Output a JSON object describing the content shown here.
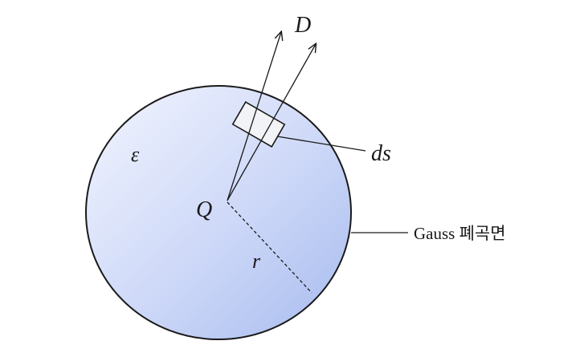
{
  "labels": {
    "flux_density": "D",
    "surface_element": "ds",
    "permittivity": "ε",
    "charge": "Q",
    "radius": "r",
    "gauss_surface": "Gauss 폐곡면"
  },
  "colors": {
    "sphere_fill_light": "#eef2fd",
    "sphere_fill_dark": "#a9bdf0",
    "stroke": "#1a1a1a",
    "patch_fill": "#f2f3f6"
  }
}
